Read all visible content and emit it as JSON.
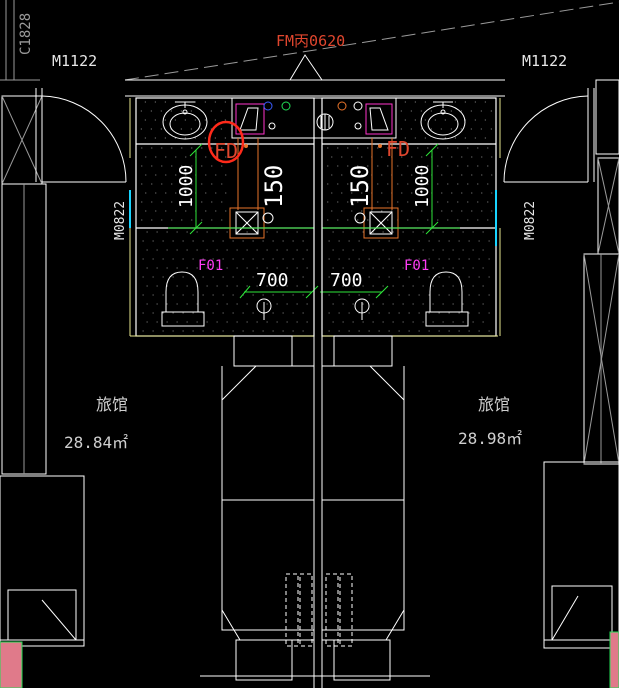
{
  "colors": {
    "background": "#000000",
    "wall": "#ffffff",
    "grey_line": "#9a9a9a",
    "fixture": "#ffffff",
    "dimension": "#2ee63a",
    "door_label": "#e6e6e6",
    "fire_door": "#e0462e",
    "fire_door_highlight": "#ff2a1a",
    "floor_code": "#ff3df5",
    "pipe_orange": "#e8742a",
    "wall_yellow": "#e8e890",
    "cyan_mark": "#19d4ff",
    "blue_pipe": "#3a5cff",
    "green_pipe": "#22dd55",
    "magenta_pipe": "#ff33cc",
    "pink_block": "#e07a8a"
  },
  "labels": {
    "window_code": "C1828",
    "door_left": "M1122",
    "door_right": "M1122",
    "fire_door_label": "FM丙0620",
    "fire_damper_left": "FD",
    "fire_damper_right": "FD",
    "side_door_left": "M0822",
    "side_door_right": "M0822",
    "dim_1000_left": "1000",
    "dim_1000_right": "1000",
    "dim_150_left": "150",
    "dim_150_right": "150",
    "dim_700_left": "700",
    "dim_700_right": "700",
    "floor_code_left": "F01",
    "floor_code_right": "F01",
    "room_name_left": "旅馆",
    "room_name_right": "旅馆",
    "area_left": "28.84㎡",
    "area_right": "28.98㎡"
  }
}
